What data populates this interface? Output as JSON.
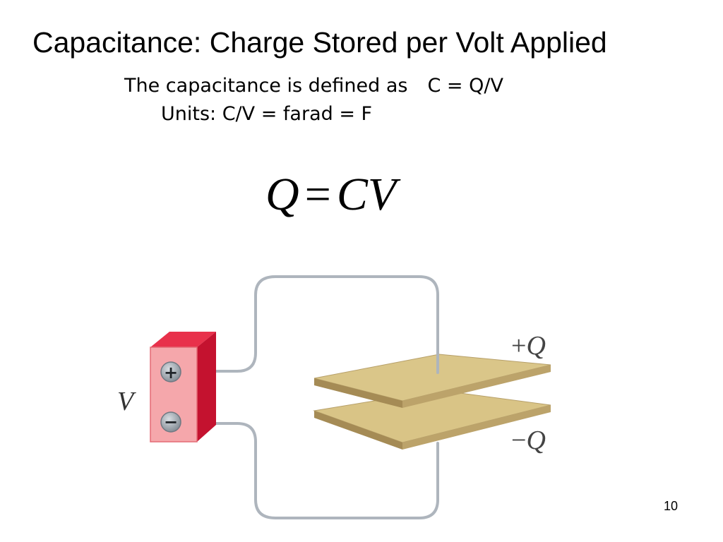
{
  "slide": {
    "title": "Capacitance: Charge Stored per Volt Applied",
    "definition_text": "The capacitance is defined as",
    "definition_formula": "C = Q/V",
    "units_text": "Units: C/V = farad = F",
    "equation": {
      "lhs": "Q",
      "sign": "=",
      "rhs": "CV"
    },
    "page_number": "10"
  },
  "diagram": {
    "battery_label": "V",
    "battery_plus_symbol": "+",
    "battery_minus_symbol": "−",
    "top_plate_sign": "+",
    "top_plate_label": "Q",
    "bottom_plate_sign": "−",
    "bottom_plate_label": "Q",
    "colors": {
      "battery_front": "#f4a6aa",
      "battery_side": "#c8102e",
      "battery_top": "#e9304a",
      "plate_top": "#d7c283",
      "plate_edge": "#a8905a",
      "wire": "#b8bec6",
      "terminal": "#9aa3ad"
    }
  }
}
